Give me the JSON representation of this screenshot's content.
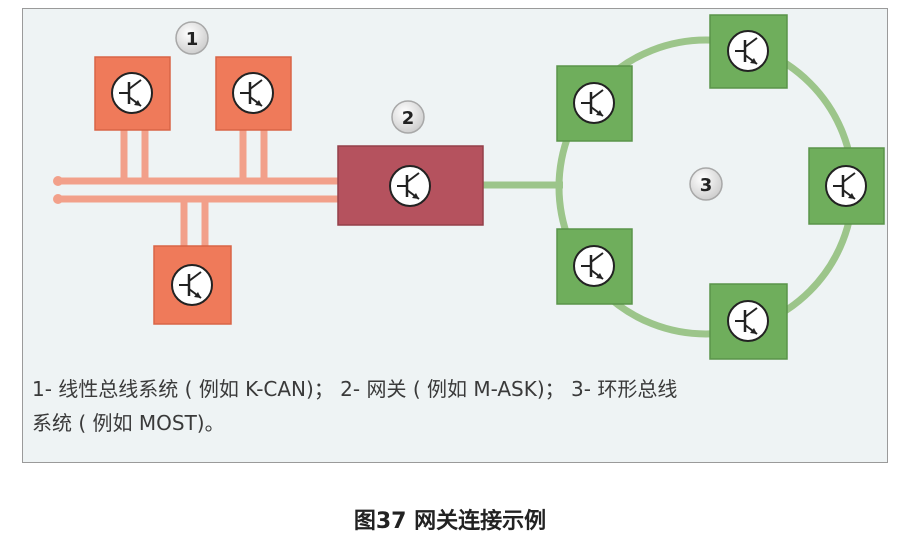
{
  "labels": {
    "one": "1",
    "two": "2",
    "three": "3"
  },
  "caption": {
    "line1": "1- 线性总线系统 ( 例如 K-CAN)； 2- 网关 ( 例如 M-ASK)； 3- 环形总线",
    "line2": "系统 ( 例如 MOST)。"
  },
  "figure_title": "图37 网关连接示例",
  "colors": {
    "linear_node": "#ef7a5a",
    "linear_bus": "#f2a08a",
    "gateway": "#b5525e",
    "ring_node": "#6fae5c",
    "ring_bus": "#9cc58a",
    "badge": "#e9e9e9"
  },
  "icons": {
    "node_icon": "transistor-icon"
  }
}
